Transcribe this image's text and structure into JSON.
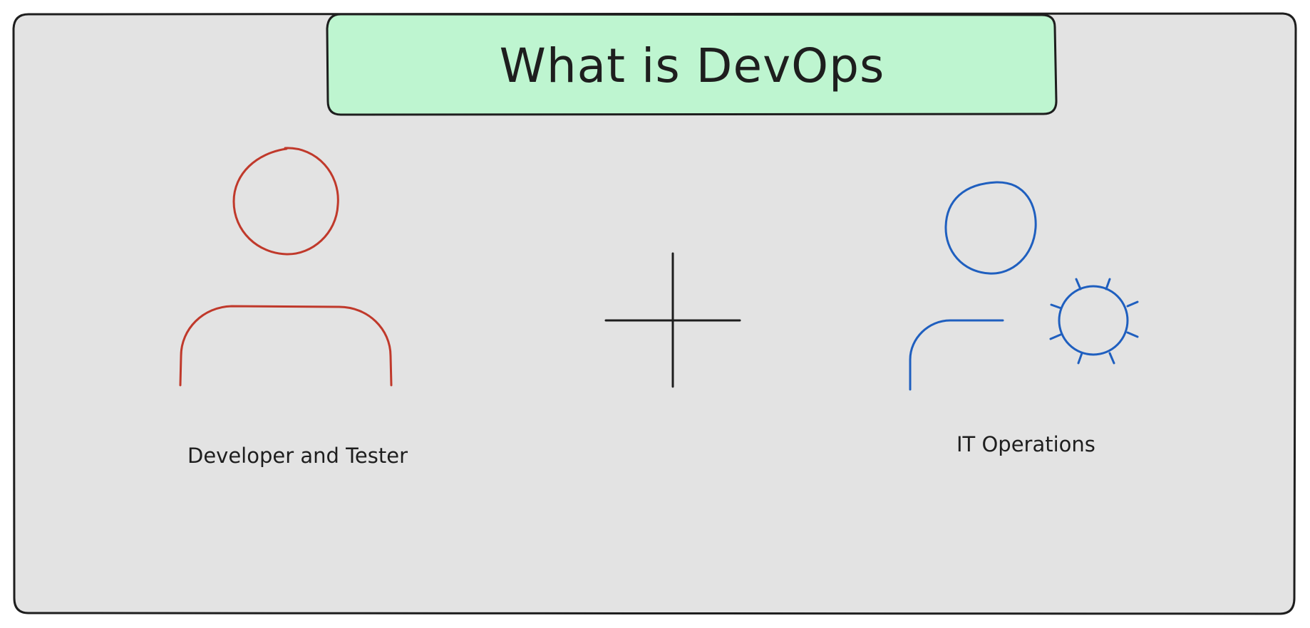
{
  "diagram": {
    "title": "What is DevOps",
    "nodes": [
      {
        "id": "dev",
        "label": "Developer and Tester",
        "icon": "person-icon",
        "color": "#c0392b"
      },
      {
        "id": "ops",
        "label": "IT Operations",
        "icon": "person-gear-icon",
        "color": "#1f5fbf"
      }
    ],
    "operator": {
      "icon": "plus-icon",
      "color": "#1e1e1e"
    }
  },
  "colors": {
    "background": "#e3e3e3",
    "title_fill": "#bef5d0",
    "outline": "#1e1e1e"
  }
}
